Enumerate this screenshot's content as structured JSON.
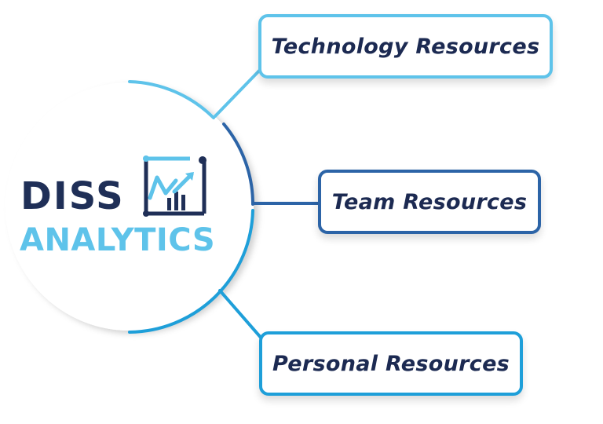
{
  "logo": {
    "line1": "DISS",
    "line2": "ANALYTICS",
    "icon": "chart-trend-icon",
    "colors": {
      "dark": "#1f2f57",
      "light": "#5ec3ea"
    }
  },
  "branches": [
    {
      "label": "Technology Resources",
      "color": "#5ec3ea"
    },
    {
      "label": "Team Resources",
      "color": "#2c64a7"
    },
    {
      "label": "Personal Resources",
      "color": "#1e9fd9"
    }
  ]
}
